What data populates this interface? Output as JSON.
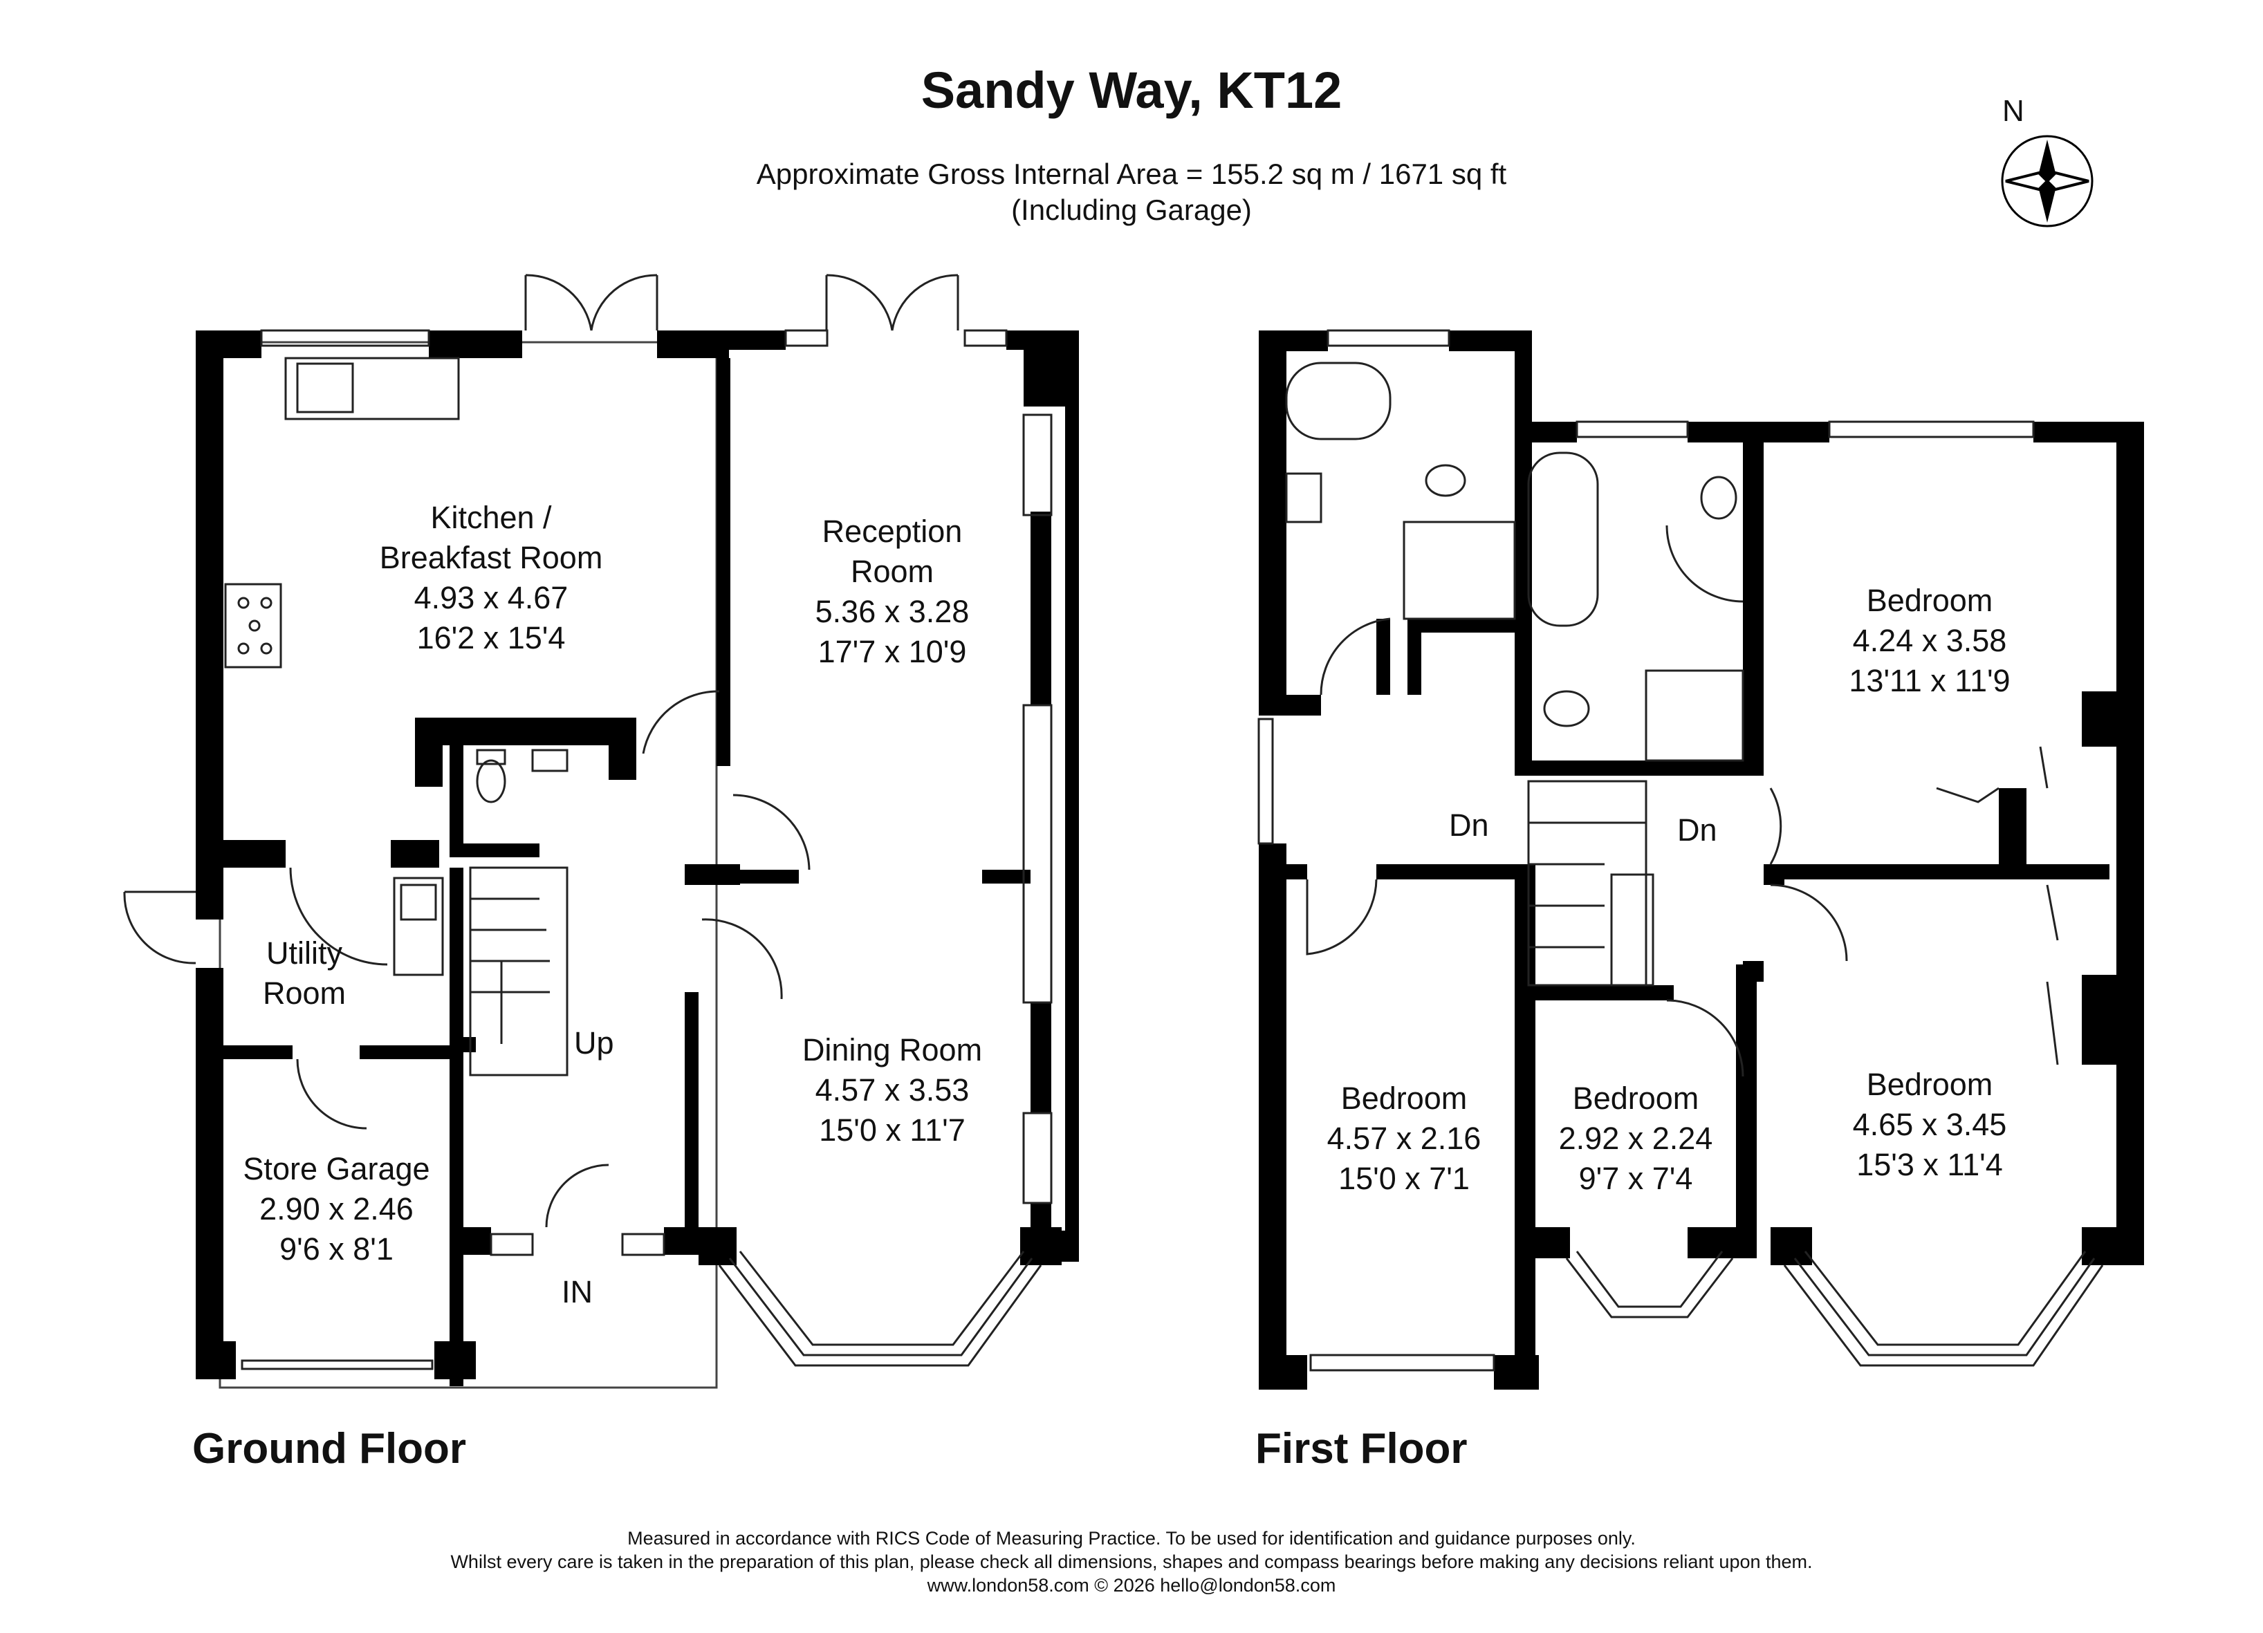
{
  "title": "Sandy Way, KT12",
  "area_line1": "Approximate Gross Internal Area = 155.2 sq m / 1671 sq ft",
  "area_line2": "(Including Garage)",
  "compass_label": "N",
  "ground_floor": {
    "label": "Ground Floor",
    "rooms": [
      {
        "name_lines": [
          "Kitchen /",
          "Breakfast Room"
        ],
        "metric": "4.93 x 4.67",
        "imperial": "16'2 x 15'4"
      },
      {
        "name_lines": [
          "Reception",
          "Room"
        ],
        "metric": "5.36 x 3.28",
        "imperial": "17'7 x 10'9"
      },
      {
        "name_lines": [
          "Utility",
          "Room"
        ],
        "metric": "",
        "imperial": ""
      },
      {
        "name_lines": [
          "Dining Room"
        ],
        "metric": "4.57 x 3.53",
        "imperial": "15'0 x 11'7"
      },
      {
        "name_lines": [
          "Store Garage"
        ],
        "metric": "2.90 x 2.46",
        "imperial": "9'6 x 8'1"
      }
    ],
    "stair_label": "Up",
    "entrance_label": "IN"
  },
  "first_floor": {
    "label": "First Floor",
    "rooms": [
      {
        "name_lines": [
          "Bedroom"
        ],
        "metric": "4.24 x 3.58",
        "imperial": "13'11 x 11'9"
      },
      {
        "name_lines": [
          "Bedroom"
        ],
        "metric": "4.57 x 2.16",
        "imperial": "15'0 x 7'1"
      },
      {
        "name_lines": [
          "Bedroom"
        ],
        "metric": "2.92 x 2.24",
        "imperial": "9'7 x 7'4"
      },
      {
        "name_lines": [
          "Bedroom"
        ],
        "metric": "4.65 x 3.45",
        "imperial": "15'3 x 11'4"
      }
    ],
    "stair_labels": [
      "Dn",
      "Dn"
    ]
  },
  "footer": {
    "line1": "Measured in accordance with RICS Code of Measuring Practice. To be used for identification and guidance purposes only.",
    "line2": "Whilst every care is taken in the preparation of this plan, please check all dimensions, shapes and compass bearings before making any decisions reliant upon them.",
    "line3": "www.london58.com © 2026 hello@london58.com"
  },
  "colors": {
    "wall": "#000000",
    "line": "#333333",
    "window": "#555555"
  }
}
